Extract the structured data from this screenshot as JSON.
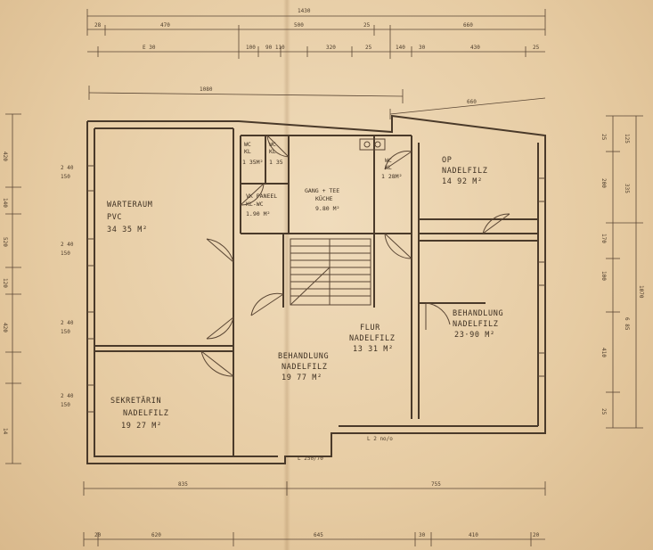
{
  "rooms": {
    "warteraum": {
      "name": "WARTERAUM",
      "floor": "PVC",
      "area": "34 35 M²"
    },
    "sekretarin": {
      "name": "SEKRETÄRIN",
      "floor": "NADELFILZ",
      "area": "19 27 M²"
    },
    "behandlung_center": {
      "name": "BEHANDLUNG",
      "floor": "NADELFILZ",
      "area": "19 77 M²"
    },
    "flur": {
      "name": "FLUR",
      "floor": "NADELFILZ",
      "area": "13 31 M²"
    },
    "behandlung_right": {
      "name": "BEHANDLUNG",
      "floor": "NADELFILZ",
      "area": "23·90 M²"
    },
    "op": {
      "name": "OP",
      "floor": "NADELFILZ",
      "area": "14 92 M²"
    },
    "wc_1": {
      "name": "WC",
      "sub": "KL",
      "area": "1 35M²"
    },
    "wc_2": {
      "name": "WC",
      "sub": "KL",
      "area": "1 35"
    },
    "wc_3": {
      "name": "WC",
      "sub": "KL",
      "area": "1 28M²"
    },
    "kuche": {
      "name": "GANG + TEE",
      "sub": "KÜCHE",
      "area": "9.80 M²"
    },
    "vorraum": {
      "name": "VK PANEEL",
      "sub": "KL-WC",
      "area": "1.90 M²"
    }
  },
  "dimensions": {
    "top_total": "1430",
    "top_row": [
      "28",
      "470",
      "500",
      "25",
      "660"
    ],
    "top_row2": [
      "E 30",
      "100",
      "90 110",
      "320",
      "25",
      "140",
      "30",
      "430",
      "25"
    ],
    "upper_left": "1080",
    "upper_right": "660",
    "bottom_left": "835",
    "bottom_right": "755",
    "bottom_row": [
      "20",
      "620",
      "645",
      "30",
      "410",
      "20"
    ],
    "right_total": "1070",
    "right_parts": [
      "125",
      "335",
      "6 85"
    ],
    "right_inner": [
      "25",
      "200",
      "170",
      "100",
      "410",
      "25"
    ],
    "left_parts": [
      "420",
      "140",
      "520",
      "120",
      "420",
      "14"
    ],
    "window_marks": [
      "2 40",
      "2 40",
      "2 40",
      "2 40"
    ],
    "sill_marks": [
      "150",
      "150",
      "150",
      "150"
    ]
  },
  "notes": {
    "entry": "L 250/70",
    "corner": "L 2 no/o"
  }
}
